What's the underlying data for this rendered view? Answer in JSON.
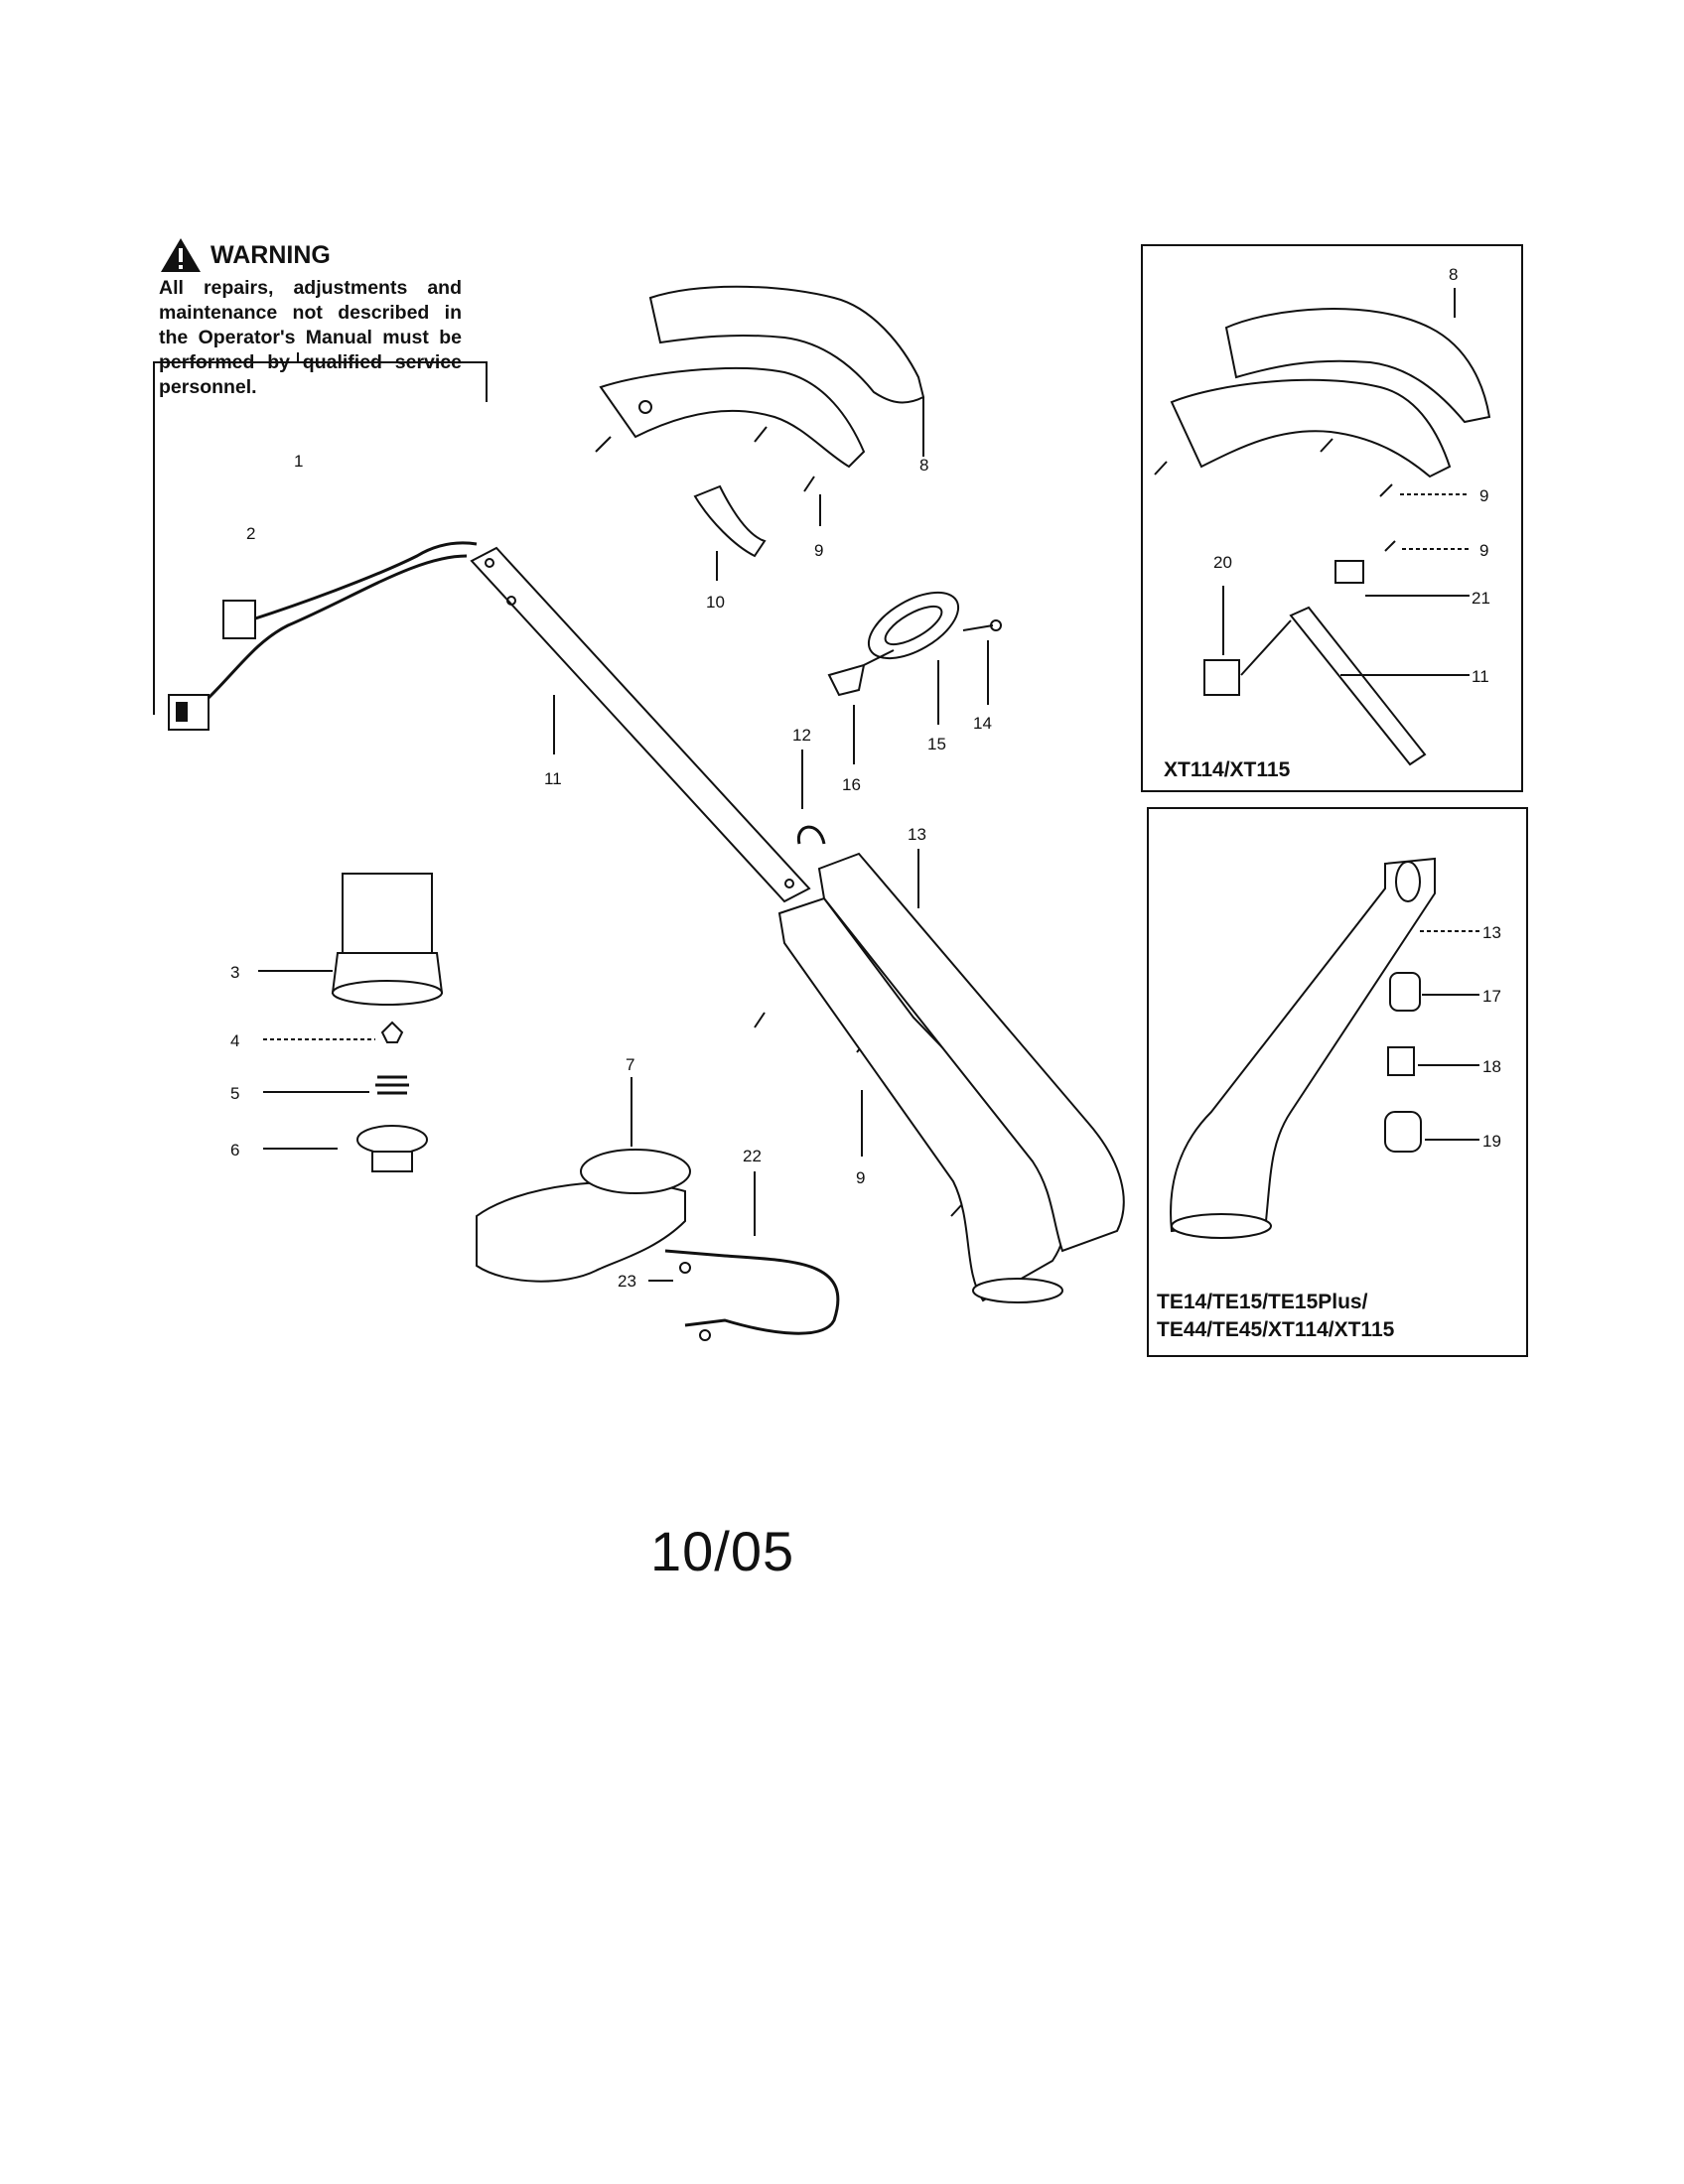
{
  "warning": {
    "title": "WARNING",
    "text": "All repairs, adjustments and maintenance not described in the Operator's Manual must be performed by qualified service personnel."
  },
  "diagram": {
    "callouts": {
      "c1": "1",
      "c2": "2",
      "c3": "3",
      "c4": "4",
      "c5": "5",
      "c6": "6",
      "c7": "7",
      "c8": "8",
      "c9a": "9",
      "c9b": "9",
      "c10": "10",
      "c11": "11",
      "c12": "12",
      "c13": "13",
      "c14": "14",
      "c15": "15",
      "c16": "16",
      "c22": "22",
      "c23": "23"
    },
    "inset_top": {
      "model_label": "XT114/XT115",
      "callouts": {
        "c8": "8",
        "c9a": "9",
        "c9b": "9",
        "c20": "20",
        "c21": "21",
        "c11": "11"
      }
    },
    "inset_bottom": {
      "model_label_line1": "TE14/TE15/TE15Plus/",
      "model_label_line2": "TE44/TE45/XT114/XT115",
      "callouts": {
        "c13": "13",
        "c17": "17",
        "c18": "18",
        "c19": "19"
      }
    }
  },
  "footer": {
    "date": "10/05"
  }
}
